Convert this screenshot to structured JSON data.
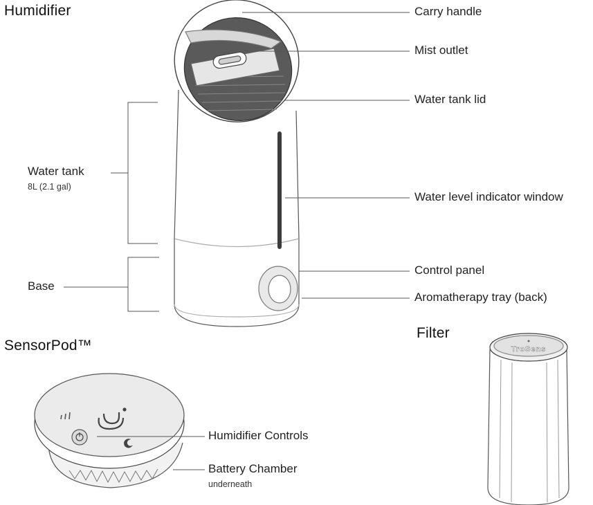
{
  "titles": {
    "humidifier": "Humidifier",
    "sensorpod": "SensorPod™",
    "filter": "Filter"
  },
  "humidifier_labels": {
    "carry_handle": "Carry handle",
    "mist_outlet": "Mist outlet",
    "water_tank_lid": "Water tank lid",
    "water_level_window": "Water level indicator window",
    "control_panel": "Control panel",
    "aromatherapy_tray": "Aromatherapy tray (back)",
    "water_tank": "Water tank",
    "water_tank_capacity": "8L (2.1 gal)",
    "base": "Base"
  },
  "sensorpod_labels": {
    "humidifier_controls": "Humidifier Controls",
    "battery_chamber": "Battery Chamber",
    "battery_chamber_note": "underneath"
  },
  "filter": {
    "brand_text": "TroSens"
  },
  "icons": [
    "humidifier-illustration",
    "sensorpod-illustration",
    "filter-illustration",
    "power-icon",
    "moon-icon",
    "mist-icon",
    "magnet-logo-icon"
  ],
  "colors": {
    "line": "#555555",
    "text": "#222222",
    "tank_dark": "#5a5a5a",
    "light_fill": "#ececec"
  }
}
